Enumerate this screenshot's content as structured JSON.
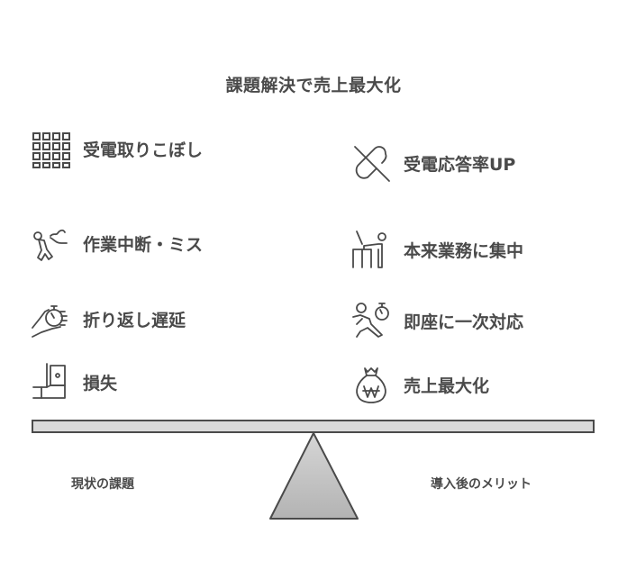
{
  "title": "課題解決で売上最大化",
  "left": {
    "heading": "現状の課題",
    "items": [
      {
        "icon": "grid-icon",
        "label": "受電取りこぼし"
      },
      {
        "icon": "stumbling-person-icon",
        "label": "作業中断・ミス"
      },
      {
        "icon": "hand-stopwatch-icon",
        "label": "折り返し遅延"
      },
      {
        "icon": "hand-money-icon",
        "label": "損失"
      }
    ]
  },
  "right": {
    "heading": "導入後のメリット",
    "items": [
      {
        "icon": "pill-slash-icon",
        "label": "受電応答率UP"
      },
      {
        "icon": "person-at-desk-icon",
        "label": "本来業務に集中"
      },
      {
        "icon": "running-stopwatch-icon",
        "label": "即座に一次対応"
      },
      {
        "icon": "money-bag-icon",
        "label": "売上最大化"
      }
    ]
  },
  "colors": {
    "text": "#4a4a4a",
    "beam_fill": "#d9d9d9",
    "beam_stroke": "#4a4a4a",
    "fulcrum_top": "#d6d6d6",
    "fulcrum_bottom": "#b3b3b3"
  }
}
